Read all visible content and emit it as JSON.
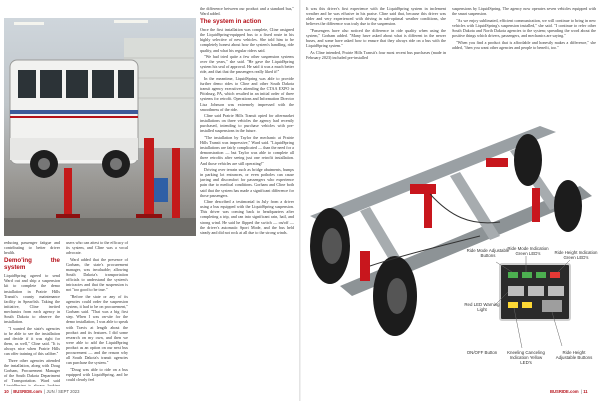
{
  "left_page": {
    "col1": {
      "p1": "reducing passenger fatigue and contributing to better driver health.",
      "head": "Demo'ing the system",
      "p2": "LiquidSpring agreed to send Ward out and ship a suspension kit to complete the demo installation in Prairie Hills Transit's county maintenance facility in Spearfish. Taking the initiative, Cline invited mechanics from each agency in South Dakota to observe the installation.",
      "p3": "\"I wanted the state's agencies to be able to see the installation and decide if it was right for them, as well,\" Cline said. \"It is always nice when Prairie Hills can offer training of this caliber.\"",
      "p4": "Three other agencies attended the installation, along with Doug Gorham, Procurement Manager of the South Dakota Department of Transportation. Ward said LiquidSpring is always looking for companies"
    },
    "col2": {
      "p1": "users who can attest to the efficacy of its system, and Cline was a vocal advocate.",
      "p2": "Ward added that the presence of Gorham, the state's procurement manager, was invaluable; allowing South Dakota's transportation officials to understand the system's intricacies and that the suspension is not \"too good to be true.\"",
      "p3": "\"Before the state or any of its agencies could order the suspension system, it had to be on procurement,\" Gorham said. \"That was a big first step. When I was on-site for the demo installation, I was able to speak with Travis at length about the product and its features. I did some research on my own, and then we were able to add the LiquidSpring product as an option on our next bus procurement — and the reason why all South Dakota's transit agencies can purchase the system.\"",
      "p4": "\"Doug was able to ride on a bus equipped with LiquidSpring, and he could clearly feel"
    },
    "col3": {
      "p1": "the difference between our product and a standard bus,\" Ward added.",
      "head": "The system in action",
      "p2": "Once the first installation was complete, Cline assigned the LiquidSpring-equipped bus to a fixed route in his highly selective of new vehicles. She told him to be completely honest about how the system's handling, ride quality, and what his regular riders said.",
      "p3": "\"We had tried quite a few other suspension systems over the years,\" she said. \"He gave the LiquidSpring system his seal of approval. He said it was a much better ride, and that that the passengers really liked it!\"",
      "p4": "In the meantime, LiquidSpring was able to provide further demo rides to Cline and other South Dakota transit agency executives attending the CTAA EXPO in Pittsburg, PA, which resulted in an initial order of three systems for retrofit. Operations and Information Director Lisa Johnson was extremely impressed with the smoothness of the ride.",
      "p5": "Cline said Prairie Hills Transit opted for aftermarket installations on three vehicles the agency had recently purchased, intending to purchase vehicles with pre-installed suspensions in the future.",
      "p6": "\"The installation by Taylor the mechanic at Prairie Hills Transit was impressive,\" Ward said. \"LiquidSpring installations are fairly complicated — than the need for a demonstration — but Taylor was able to complete all three retrofits after seeing just one retrofit installation. And those vehicles are still operating!\"",
      "p7": "Driving over terrain such as bridge abutments, bumps in parking lot entrances, or even potholes can cause jarring and discomfort for passengers who experience pain due to medical conditions. Gorham and Cline both said that the system has made a significant difference for those passengers.",
      "p8": "Cline described a testimonial in July from a driver using a bus equipped with the LiquidSpring suspension. This driver was coming back to headquarters after completing a trip, and ran into significant rain, hail, and strong wind. He said he flipped the switch — on/off — the driver's automatic Sport Mode, and the bus held steady and did not rock at all due to the strong winds."
    },
    "folio": {
      "num": "10",
      "brand": "BUSRIDE.com",
      "issue": "JUN / SEPT 2023"
    }
  },
  "right_page": {
    "col1": {
      "p1": "It was this driver's first experience with the LiquidSpring system in inclement weather and he was effusive in his praise. Cline said that, because this driver was older and very experienced with driving in sub-optimal weather conditions, she believes the difference was truly due to the suspension.",
      "p2": "\"Passengers have also noticed the difference in ride quality when using the system,\" Gorham added. \"Many have asked about what is different in the newer buses, and some have asked how to ensure that they always ride on a bus with the LiquidSpring system.\"",
      "p3": "As Cline intended, Prairie Hills Transit's four most recent bus purchases (made in February 2023) included pre-installed"
    },
    "col2": {
      "p1": "suspensions by LiquidSpring. The agency now operates seven vehicles equipped with the smart suspension.",
      "p2": "\"As we enjoy sublimated, efficient communication, we will continue to bring in new vehicles with LiquidSpring's suspension installed,\" she said. \"I continue to refer other South Dakota and North Dakota agencies to the system; spreading the word about the positive things which drivers, passengers, and mechanics are saying.\"",
      "p3": "\"When you find a product that is affordable and honestly makes a difference,\" she added, \"then you want other agencies and people to benefit, too.\""
    },
    "callouts": {
      "ride_adjust": "Ride Mode Adjustable Buttons",
      "indicator_green": "Ride Mode Indication Green LED's",
      "height_indicator": "Ride Height Indication Green LED's",
      "warning": "Red LED Warning Light",
      "onoff": "ON/OFF Button",
      "kneeling": "Kneeling Canceling Indication Yellow LED's",
      "height_buttons": "Ride Height Adjustable Buttons"
    },
    "folio": {
      "num": "11",
      "brand": "BUSRIDE.com"
    }
  }
}
